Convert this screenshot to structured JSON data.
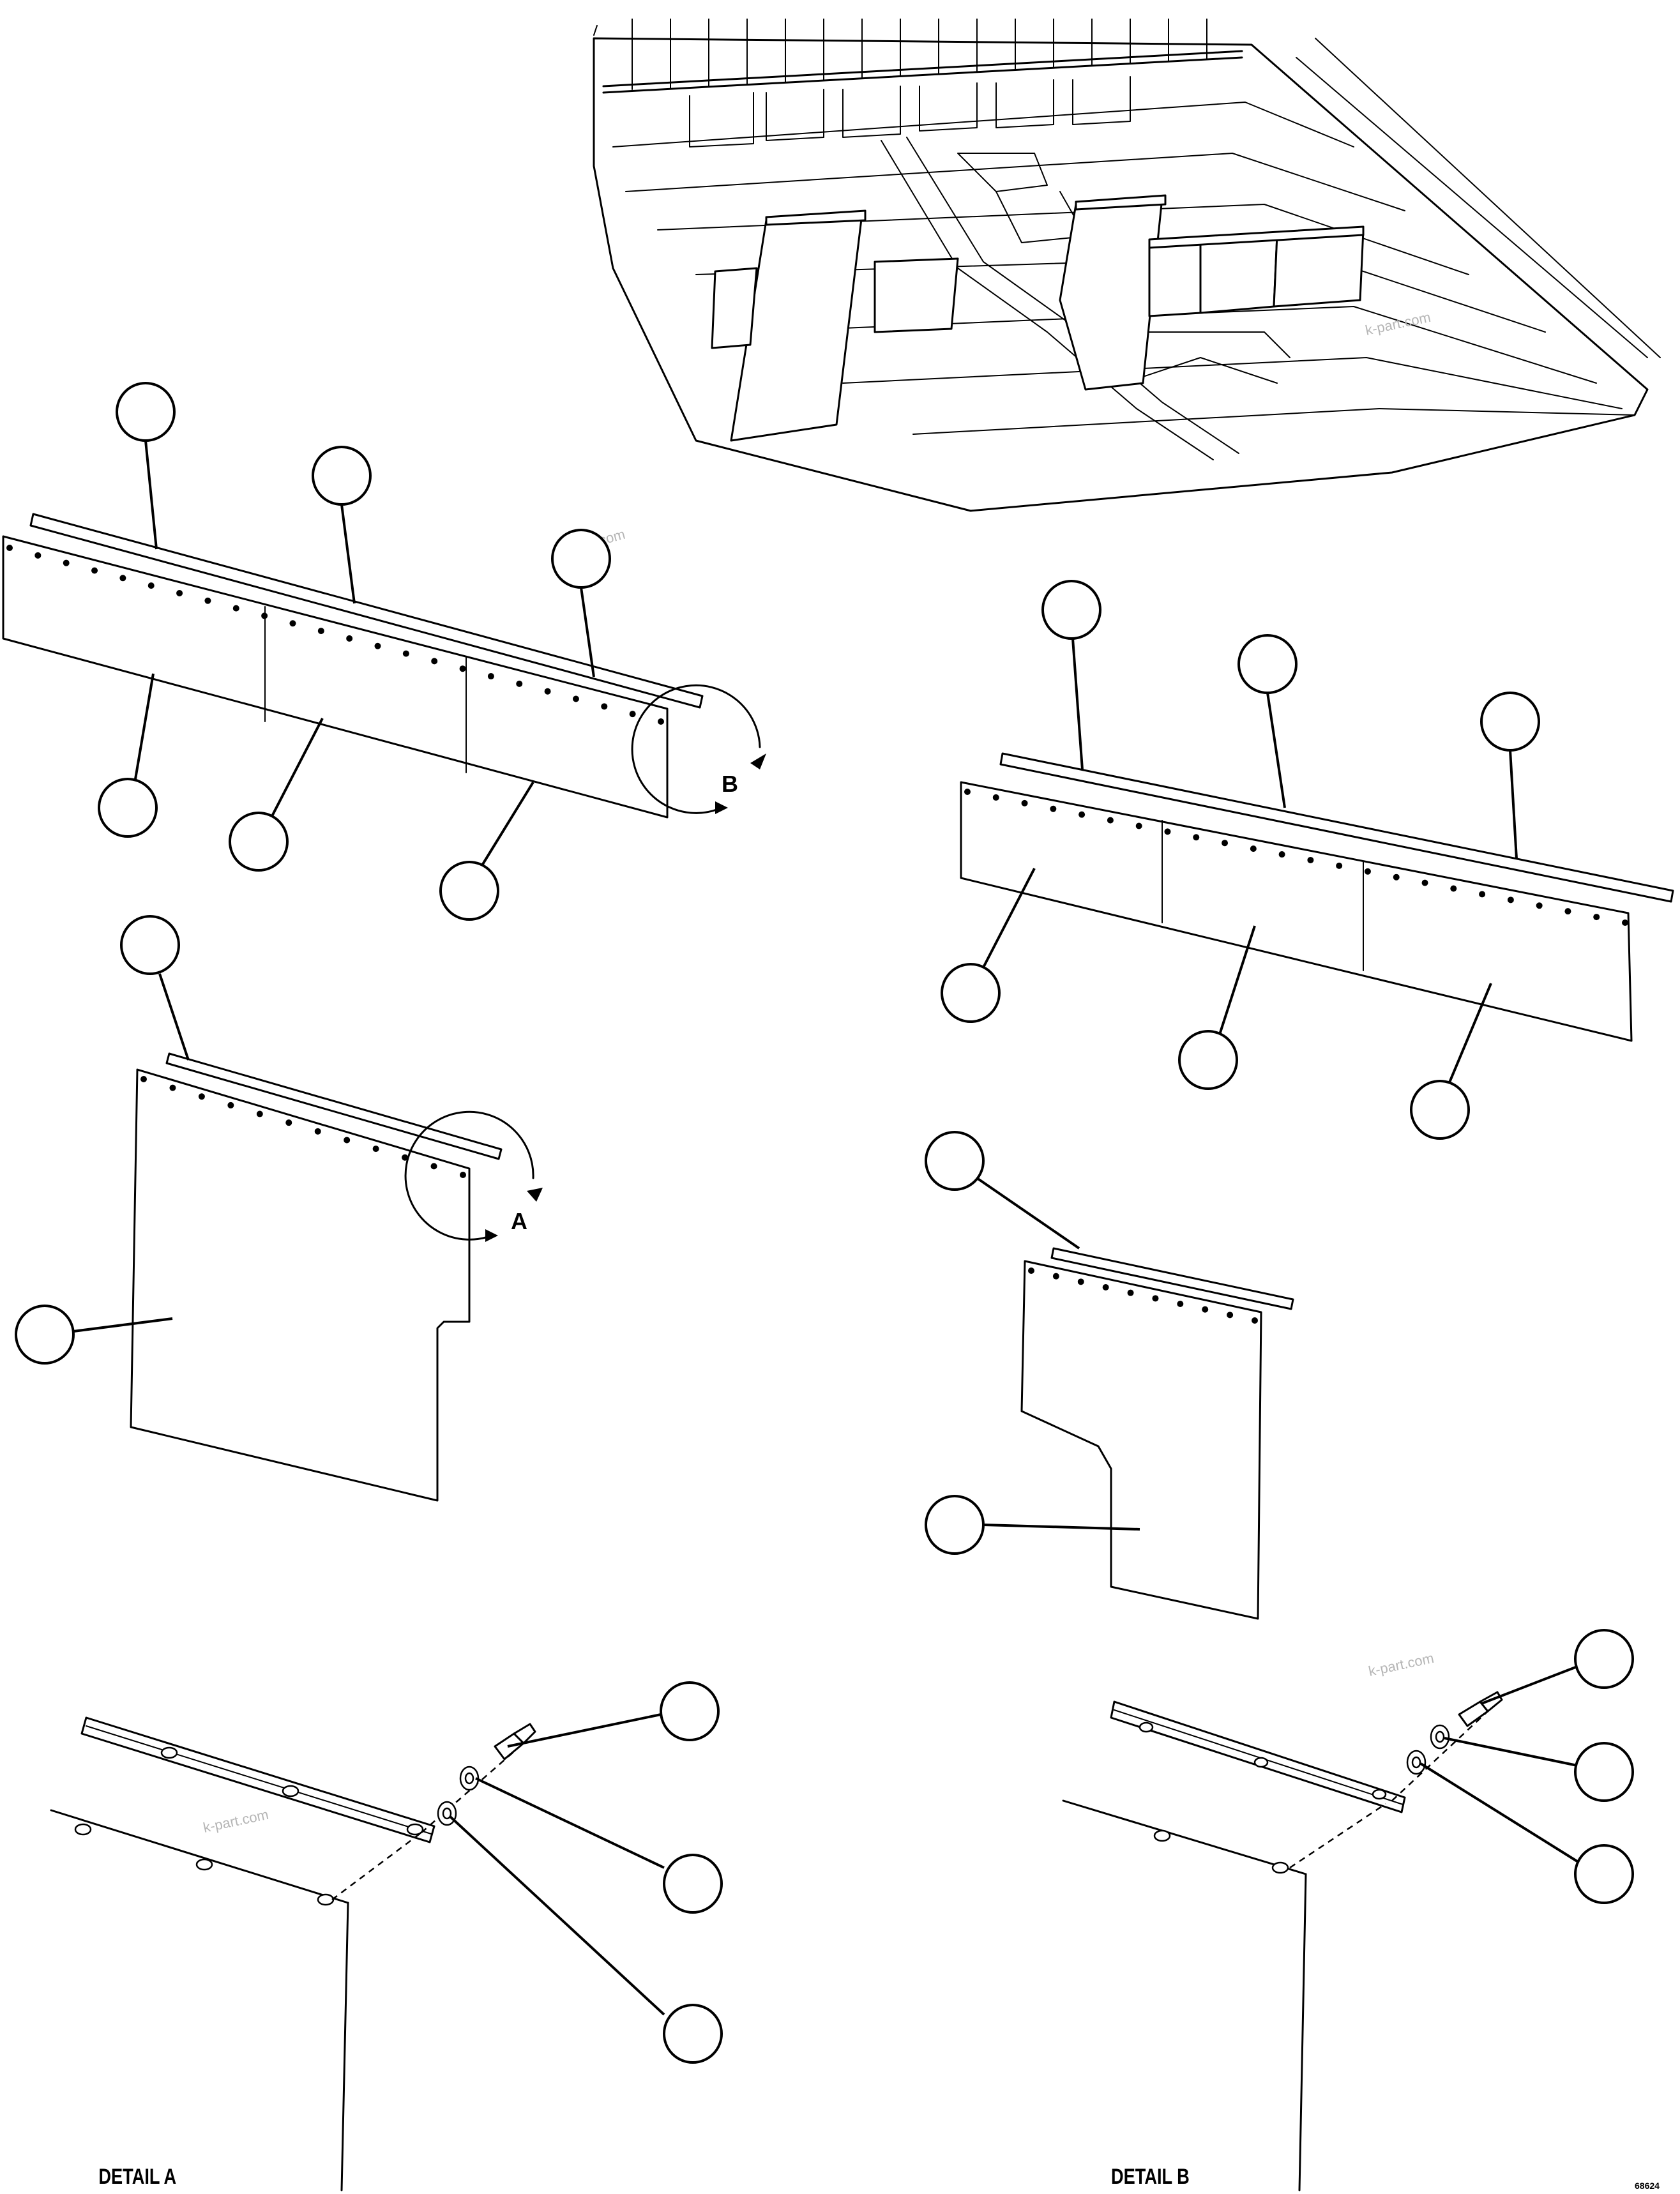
{
  "diagram": {
    "detail_a_caption": "DETAIL A",
    "detail_b_caption": "DETAIL B",
    "detail_a_letter": "A",
    "detail_b_letter": "B",
    "watermark": "k-part.com",
    "drawing_number": "68624"
  }
}
